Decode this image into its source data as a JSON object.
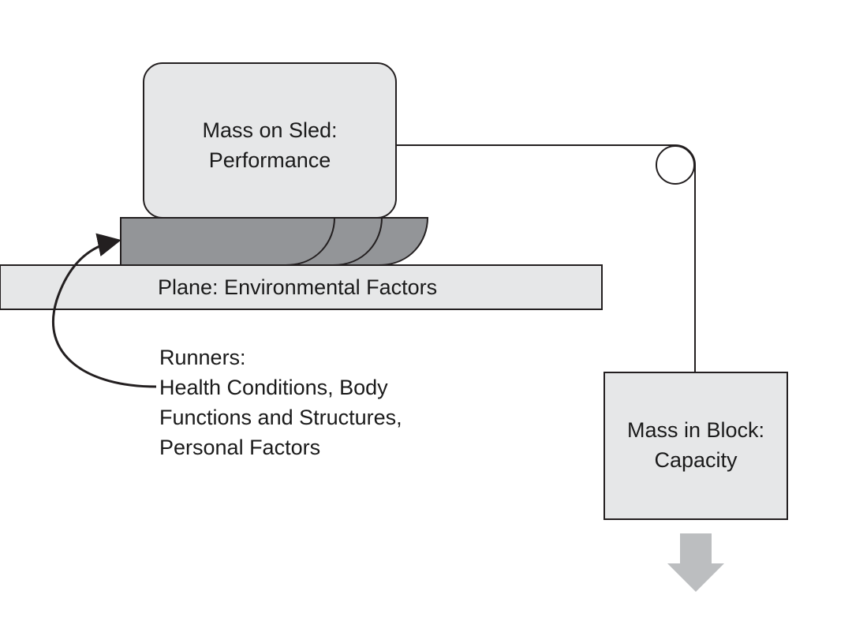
{
  "sled": {
    "line1": "Mass on Sled:",
    "line2": "Performance"
  },
  "plane": {
    "label": "Plane: Environmental Factors"
  },
  "runners": {
    "title": "Runners:",
    "line1": "Health Conditions, Body",
    "line2": "Functions and Structures,",
    "line3": "Personal Factors"
  },
  "block": {
    "line1": "Mass in Block:",
    "line2": "Capacity"
  },
  "colors": {
    "box_fill": "#e6e7e8",
    "runner_fill": "#939598",
    "arrow_fill": "#bcbec0",
    "stroke": "#231f20"
  }
}
